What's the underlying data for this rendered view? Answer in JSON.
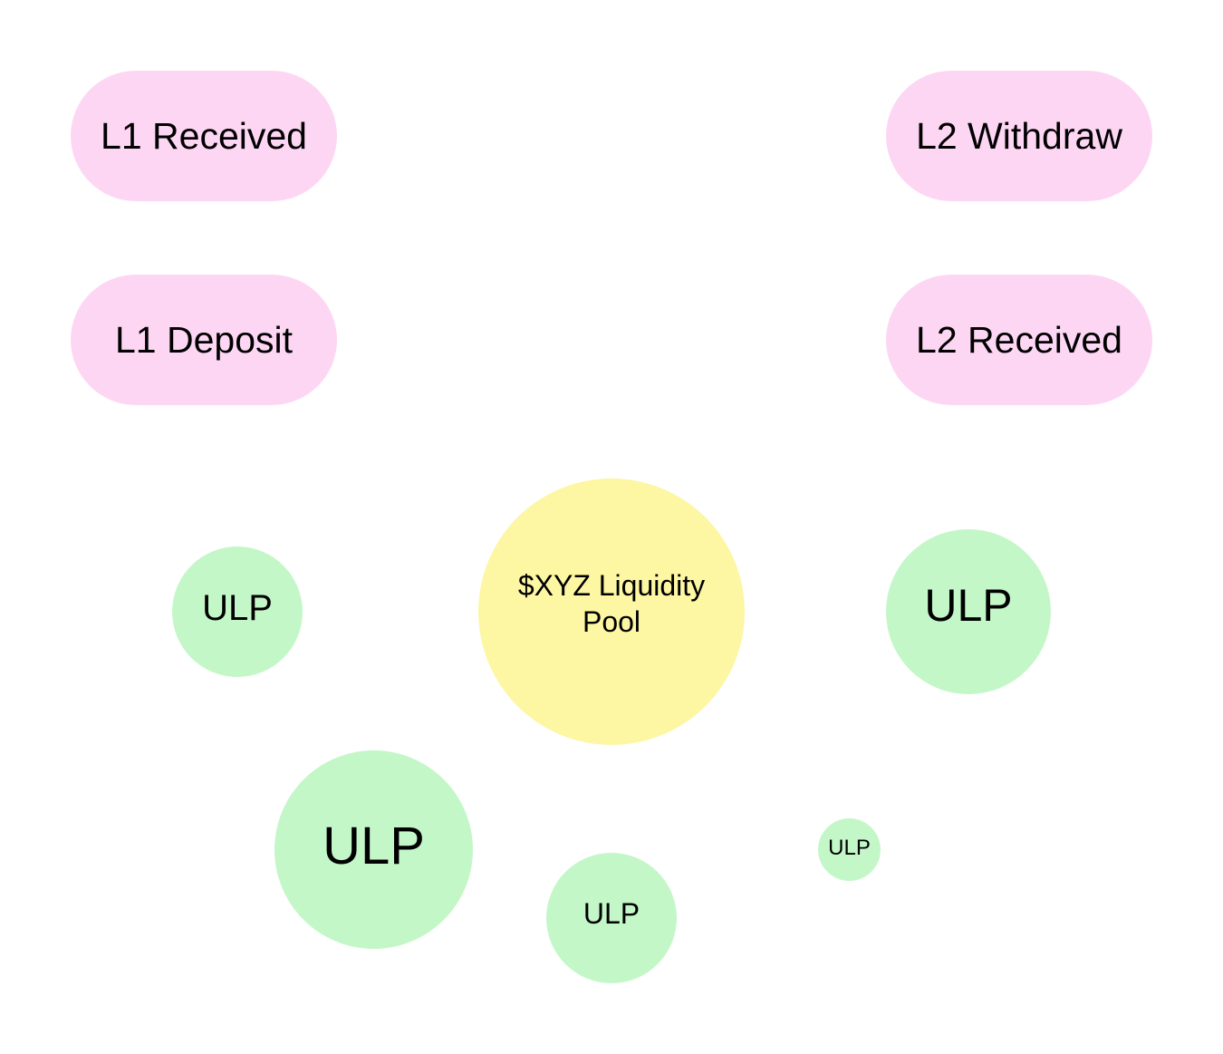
{
  "colors": {
    "pill_fill": "#fdd6f4",
    "pool_fill": "#fdf6a3",
    "ulp_fill": "#c4f7c8",
    "background": "#ffffff"
  },
  "pills": {
    "l1_received": "L1 Received",
    "l2_withdraw": "L2 Withdraw",
    "l1_deposit": "L1 Deposit",
    "l2_received": "L2 Received"
  },
  "pool": {
    "label": "$XYZ Liquidity Pool"
  },
  "ulp_nodes": [
    {
      "label": "ULP"
    },
    {
      "label": "ULP"
    },
    {
      "label": "ULP"
    },
    {
      "label": "ULP"
    },
    {
      "label": "ULP"
    }
  ]
}
